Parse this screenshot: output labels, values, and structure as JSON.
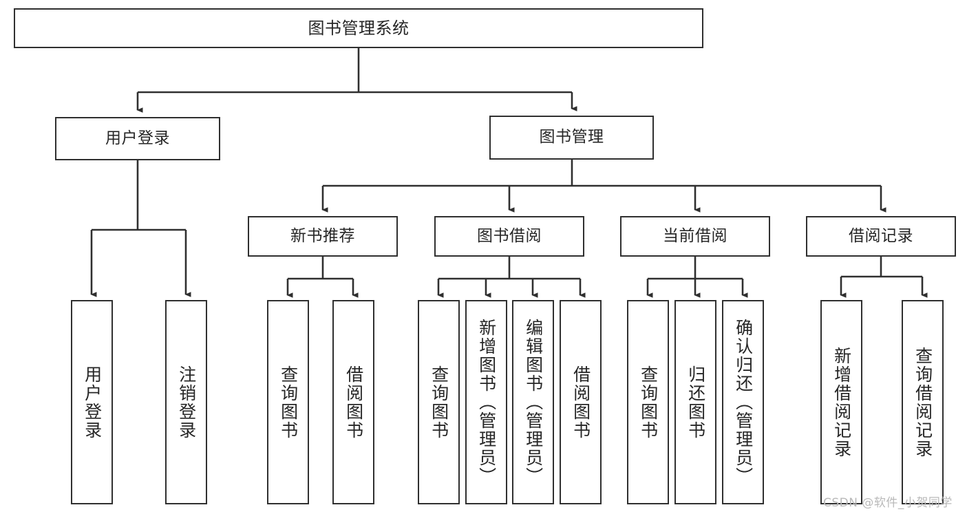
{
  "diagram": {
    "title": "图书管理系统",
    "type": "tree-hierarchy",
    "stroke_color": "#2f2f2f",
    "text_color": "#262626",
    "background": "#ffffff",
    "watermark": "CSDN @软件_小贺同学"
  },
  "nodes": {
    "root": {
      "label": "图书管理系统"
    },
    "level2": [
      {
        "label": "用户登录"
      },
      {
        "label": "图书管理"
      }
    ],
    "level3": [
      {
        "label": "新书推荐"
      },
      {
        "label": "图书借阅"
      },
      {
        "label": "当前借阅"
      },
      {
        "label": "借阅记录"
      }
    ],
    "leaves": {
      "user_login": [
        {
          "label": "用户登录"
        },
        {
          "label": "注销登录"
        }
      ],
      "new_book_recommend": [
        {
          "label": "查询图书"
        },
        {
          "label": "借阅图书"
        }
      ],
      "book_borrow": [
        {
          "label": "查询图书"
        },
        {
          "label": "新增图书（管理员）"
        },
        {
          "label": "编辑图书（管理员）"
        },
        {
          "label": "借阅图书"
        }
      ],
      "current_borrow": [
        {
          "label": "查询图书"
        },
        {
          "label": "归还图书"
        },
        {
          "label": "确认归还（管理员）"
        }
      ],
      "borrow_record": [
        {
          "label": "新增借阅记录"
        },
        {
          "label": "查询借阅记录"
        }
      ]
    }
  }
}
